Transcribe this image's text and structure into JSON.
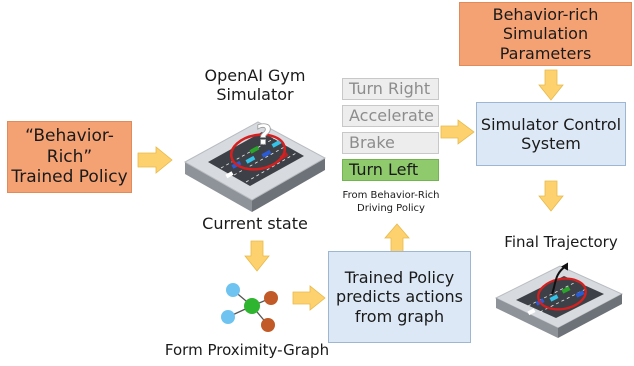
{
  "policy_box": {
    "line1": "“Behavior-Rich”",
    "line2": "Trained Policy"
  },
  "simulator": {
    "title_line1": "OpenAI Gym",
    "title_line2": "Simulator",
    "state_label": "Current state",
    "question_mark": "?"
  },
  "actions": [
    {
      "label": "Turn Right",
      "selected": false
    },
    {
      "label": "Accelerate",
      "selected": false
    },
    {
      "label": "Brake",
      "selected": false
    },
    {
      "label": "Turn Left",
      "selected": true
    }
  ],
  "actions_caption": {
    "line1": "From Behavior-Rich",
    "line2": "Driving Policy"
  },
  "params_box": {
    "line1": "Behavior-rich",
    "line2": "Simulation Parameters"
  },
  "control_box": {
    "line1": "Simulator Control",
    "line2": "System"
  },
  "trajectory_label": "Final Trajectory",
  "graph_label": "Form Proximity-Graph",
  "predict_box": {
    "line1": "Trained Policy",
    "line2": "predicts actions",
    "line3": "from graph"
  },
  "colors": {
    "orange": "#f4a274",
    "blue_box": "#dce8f5",
    "arrow": "#fdd26e",
    "selected_action": "#8fca6d",
    "node_blue": "#6fc3f0",
    "node_green": "#2fb52f",
    "node_brown": "#c15a26"
  }
}
